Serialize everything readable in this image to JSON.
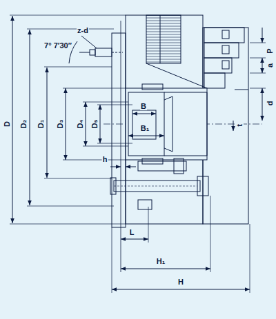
{
  "diagram": {
    "labels": [
      "z-d",
      "7° 7′30″",
      "D",
      "D₂",
      "D₁",
      "D₃",
      "D₄",
      "D₅",
      "B",
      "B₁",
      "h",
      "L",
      "H₁",
      "H",
      "P",
      "a",
      "d",
      "t"
    ]
  }
}
